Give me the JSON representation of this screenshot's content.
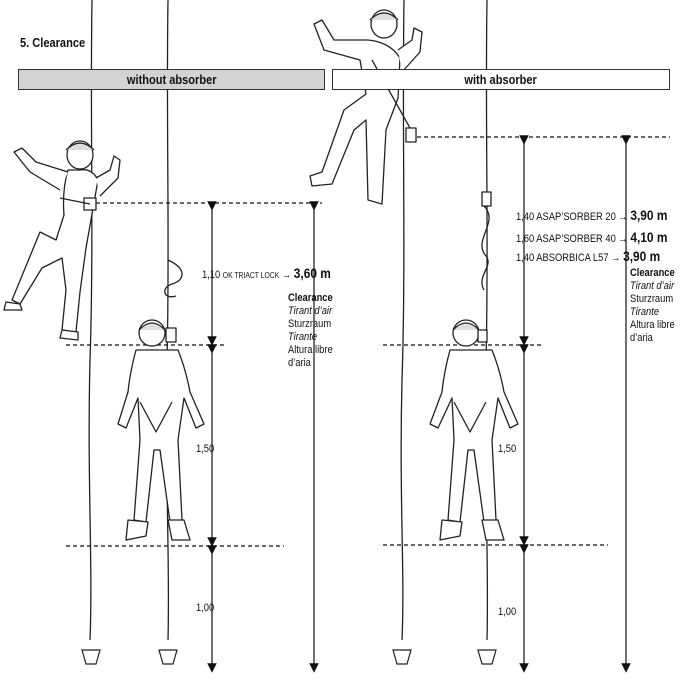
{
  "section_title": "5. Clearance",
  "panels": {
    "left": {
      "header": "without absorber"
    },
    "right": {
      "header": "with absorber"
    }
  },
  "left_dimensions": {
    "fall": "1,10",
    "device": "OK TRIACT LOCK",
    "arrow": "→",
    "total": "3,60 m",
    "body": "1,50",
    "margin": "1,00"
  },
  "right_dimensions": {
    "absorbers": [
      {
        "length": "1,40",
        "name": "ASAP’SORBER 20",
        "arrow": "→",
        "total": "3,90 m"
      },
      {
        "length": "1,60",
        "name": "ASAP’SORBER 40",
        "arrow": "→",
        "total": "4,10 m"
      },
      {
        "length": "1,40",
        "name": "ABSORBICA L57",
        "arrow": "→",
        "total": "3,90 m"
      }
    ],
    "body": "1,50",
    "margin": "1,00"
  },
  "clearance_terms": {
    "en": "Clearance",
    "fr": "Tirant d’air",
    "de": "Sturzraum",
    "es": "Tirante",
    "it_line1": "Altura libre",
    "it_line2": "d’aria"
  },
  "colors": {
    "ink": "#111111",
    "header_fill_left": "#d3d3d3",
    "header_fill_right": "#ffffff"
  }
}
